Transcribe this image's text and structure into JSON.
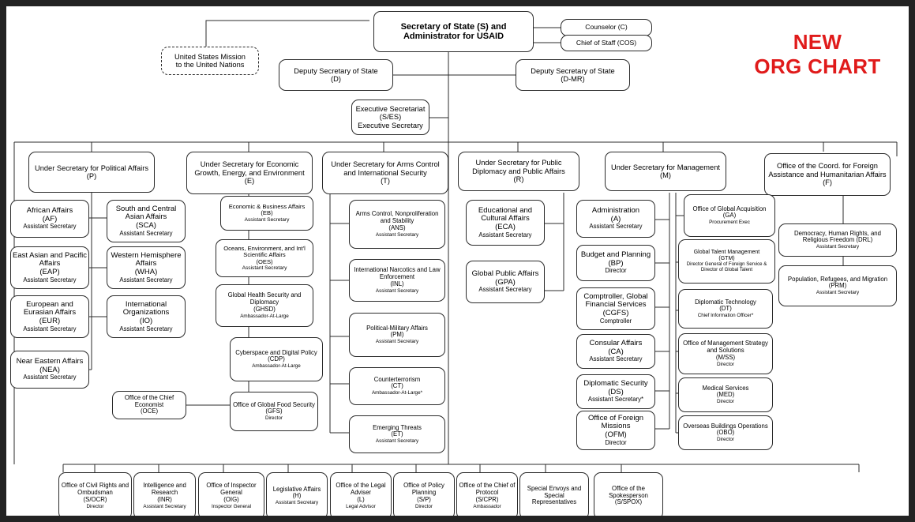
{
  "banner": {
    "line1": "NEW",
    "line2": "ORG CHART",
    "color": "#e01b1b"
  },
  "top": {
    "secretary": {
      "line1": "Secretary of State (S) and",
      "line2": "Administrator for USAID"
    },
    "counselor": {
      "title": "Counselor (C)"
    },
    "chief_of_staff": {
      "title": "Chief of Staff (COS)"
    },
    "usun": {
      "line1": "United States Mission",
      "line2": "to the United Nations"
    },
    "deputy_d": {
      "title": "Deputy Secretary of State",
      "code": "(D)"
    },
    "deputy_dmr": {
      "title": "Deputy Secretary of State",
      "code": "(D-MR)"
    },
    "exec_sec": {
      "title": "Executive Secretariat",
      "code": "(S/ES)",
      "role": "Executive Secretary"
    }
  },
  "under_secretaries": {
    "P": {
      "title": "Under Secretary for Political Affairs",
      "code": "(P)"
    },
    "E": {
      "title": "Under Secretary for Economic Growth, Energy, and Environment",
      "code": "(E)"
    },
    "T": {
      "title": "Under Secretary for Arms Control and International Security",
      "code": "(T)"
    },
    "R": {
      "title": "Under Secretary for Public Diplomacy and Public Affairs",
      "code": "(R)"
    },
    "M": {
      "title": "Under Secretary for Management",
      "code": "(M)"
    },
    "F": {
      "title": "Office of the Coord. for Foreign Assistance and Humanitarian Affairs",
      "code": "(F)"
    }
  },
  "columns": {
    "P_left": [
      {
        "title": "African Affairs",
        "code": "(AF)",
        "role": "Assistant Secretary"
      },
      {
        "title": "East Asian and Pacific Affairs",
        "code": "(EAP)",
        "role": "Assistant Secretary"
      },
      {
        "title": "European and Eurasian Affairs",
        "code": "(EUR)",
        "role": "Assistant Secretary"
      },
      {
        "title": "Near Eastern Affairs",
        "code": "(NEA)",
        "role": "Assistant Secretary"
      }
    ],
    "P_right": [
      {
        "title": "South and Central Asian Affairs",
        "code": "(SCA)",
        "role": "Assistant Secretary"
      },
      {
        "title": "Western Hemisphere Affairs",
        "code": "(WHA)",
        "role": "Assistant Secretary"
      },
      {
        "title": "International Organizations",
        "code": "(IO)",
        "role": "Assistant Secretary"
      }
    ],
    "E": [
      {
        "title": "Economic & Business Affairs",
        "code": "(EB)",
        "role": "Assistant Secretary"
      },
      {
        "title": "Oceans, Environment, and Int'l Scientific Affairs",
        "code": "(OES)",
        "role": "Assistant Secretary"
      },
      {
        "title": "Global Health Security and Diplomacy",
        "code": "(GHSD)",
        "role": "Ambassador-At-Large"
      },
      {
        "title": "Cyberspace and Digital Policy",
        "code": "(CDP)",
        "role": "Ambassador-At-Large"
      },
      {
        "title": "Office of Global Food Security",
        "code": "(GFS)",
        "role": "Director"
      }
    ],
    "E_side": {
      "title": "Office of the Chief Economist",
      "code": "(OCE)"
    },
    "T": [
      {
        "title": "Arms Control, Nonproliferation and Stability",
        "code": "(ANS)",
        "role": "Assistant Secretary"
      },
      {
        "title": "International Narcotics and Law Enforcement",
        "code": "(INL)",
        "role": "Assistant Secretary"
      },
      {
        "title": "Political-Military Affairs",
        "code": "(PM)",
        "role": "Assistant Secretary"
      },
      {
        "title": "Counterterrorism",
        "code": "(CT)",
        "role": "Ambassador-At-Large*"
      },
      {
        "title": "Emerging Threats",
        "code": "(ET)",
        "role": "Assistant Secretary"
      }
    ],
    "R": [
      {
        "title": "Educational and Cultural Affairs",
        "code": "(ECA)",
        "role": "Assistant Secretary"
      },
      {
        "title": "Global Public Affairs",
        "code": "(GPA)",
        "role": "Assistant Secretary"
      }
    ],
    "M_left": [
      {
        "title": "Administration",
        "code": "(A)",
        "role": "Assistant Secretary"
      },
      {
        "title": "Budget and Planning",
        "code": "(BP)",
        "role": "Director"
      },
      {
        "title": "Comptroller, Global Financial Services",
        "code": "(CGFS)",
        "role": "Comptroller"
      },
      {
        "title": "Consular Affairs",
        "code": "(CA)",
        "role": "Assistant Secretary"
      },
      {
        "title": "Diplomatic Security",
        "code": "(DS)",
        "role": "Assistant Secretary*"
      },
      {
        "title": "Office of Foreign Missions",
        "code": "(OFM)",
        "role": "Director"
      }
    ],
    "M_right": [
      {
        "title": "Office of Global Acquisition",
        "code": "(GA)",
        "role": "Procurement Exec"
      },
      {
        "title": "Global Talent Management",
        "code": "(GTM)",
        "role": "Director General of Foreign Service & Director of Global Talent"
      },
      {
        "title": "Diplomatic Technology",
        "code": "(DT)",
        "role": "Chief Information Officer*"
      },
      {
        "title": "Office of Management Strategy and Solutions",
        "code": "(M/SS)",
        "role": "Director"
      },
      {
        "title": "Medical Services",
        "code": "(MED)",
        "role": "Director"
      },
      {
        "title": "Overseas Buildings Operations (OBO)",
        "code": "",
        "role": "Director"
      }
    ],
    "F": [
      {
        "title": "Democracy, Human Rights, and Religious Freedom (DRL)",
        "code": "",
        "role": "Assistant Secretary"
      },
      {
        "title": "Population, Refugees, and Migration",
        "code": "(PRM)",
        "role": "Assistant Secretary"
      }
    ]
  },
  "bottom_row": [
    {
      "title": "Office of Civil Rights and Ombudsman",
      "code": "(S/OCR)",
      "role": "Director"
    },
    {
      "title": "Intelligence and Research",
      "code": "(INR)",
      "role": "Assistant Secretary"
    },
    {
      "title": "Office of Inspector General",
      "code": "(OIG)",
      "role": "Inspector General"
    },
    {
      "title": "Legislative Affairs",
      "code": "(H)",
      "role": "Assistant Secretary"
    },
    {
      "title": "Office of the Legal Adviser",
      "code": "(L)",
      "role": "Legal Advisor"
    },
    {
      "title": "Office of Policy Planning",
      "code": "(S/P)",
      "role": "Director"
    },
    {
      "title": "Office of the Chief of Protocol",
      "code": "(S/CPR)",
      "role": "Ambassador"
    },
    {
      "title": "Special Envoys and Special Representatives",
      "code": "",
      "role": ""
    },
    {
      "title": "Office of the Spokesperson",
      "code": "(S/SPOX)",
      "role": ""
    }
  ]
}
